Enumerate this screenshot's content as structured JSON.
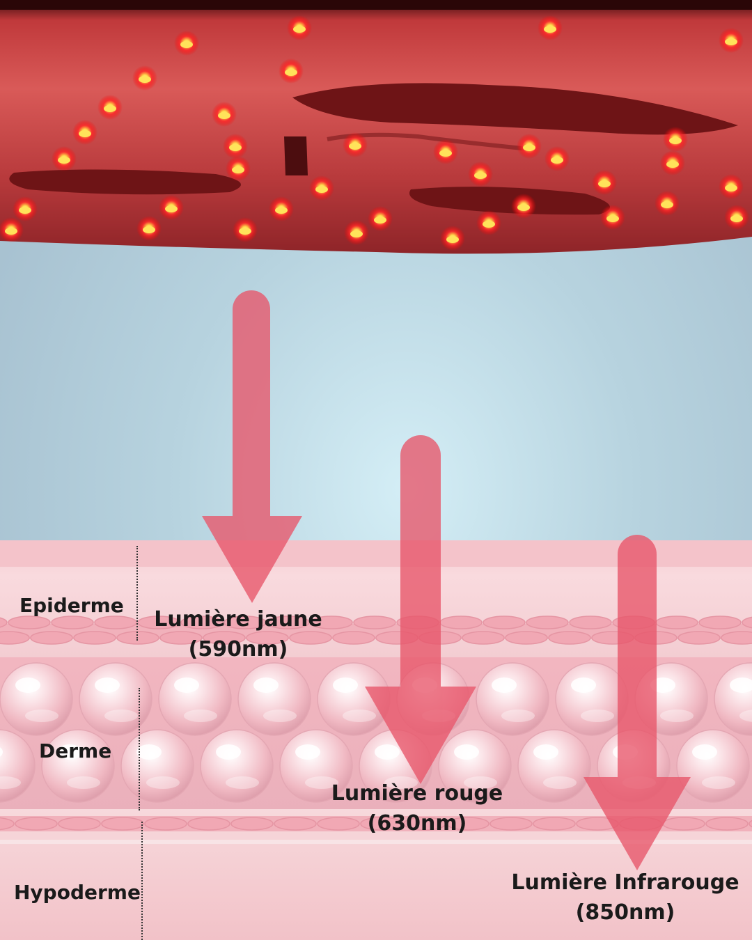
{
  "colors": {
    "background_center": "#d4eef6",
    "background_edge": "#9fb8c9",
    "mask_base": "#a0282c",
    "led_glow": "#ff2a2a",
    "led_core": "#ffd84a",
    "skin_pink": "#f4c5cc",
    "arrow": "#e8566a"
  },
  "layers": {
    "epiderme": "Epiderme",
    "derme": "Derme",
    "hypoderme": "Hypoderme"
  },
  "lights": [
    {
      "name": "Lumière jaune",
      "wavelength": "(590nm)",
      "depth_layer": "epiderme"
    },
    {
      "name": "Lumière rouge",
      "wavelength": "(630nm)",
      "depth_layer": "derme"
    },
    {
      "name": "Lumière Infrarouge",
      "wavelength": "(850nm)",
      "depth_layer": "hypoderme"
    }
  ]
}
